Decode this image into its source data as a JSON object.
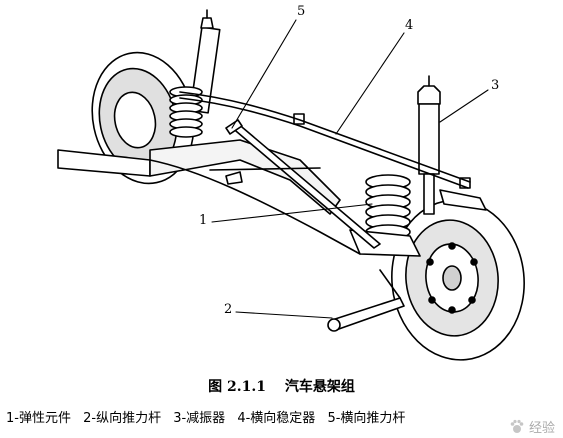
{
  "callouts": {
    "c1": "1",
    "c2": "2",
    "c3": "3",
    "c4": "4",
    "c5": "5"
  },
  "caption": {
    "number": "图 2.1.1",
    "title": "汽车悬架组"
  },
  "legend": [
    "1-弹性元件",
    "2-纵向推力杆",
    "3-减振器",
    "4-横向稳定器",
    "5-横向推力杆"
  ],
  "watermark": {
    "text": "经验"
  }
}
